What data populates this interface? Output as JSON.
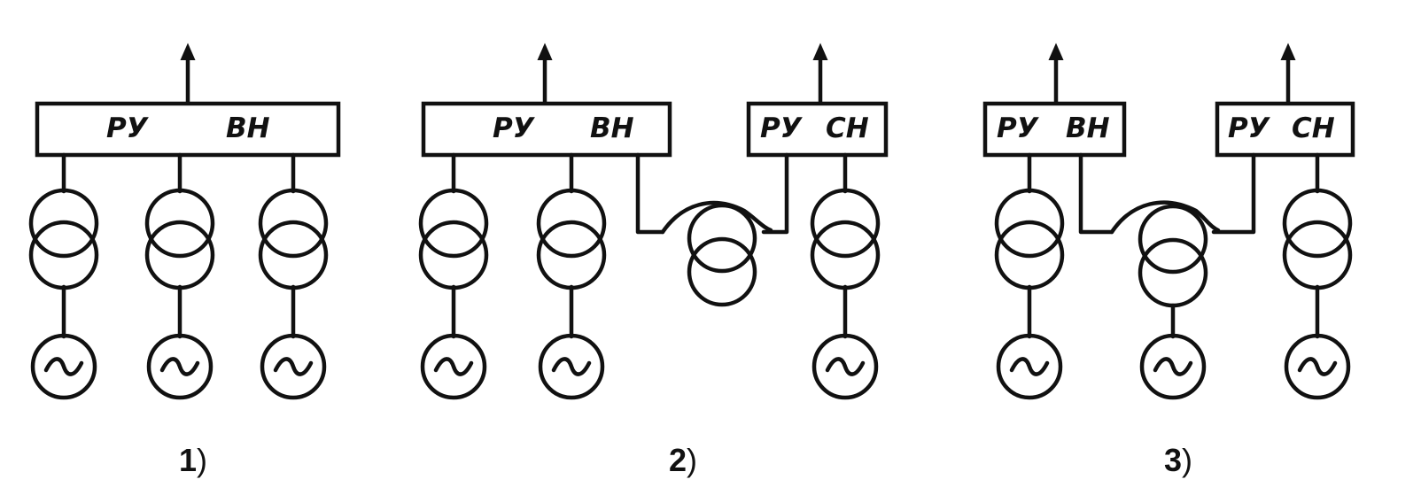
{
  "diagrams": [
    {
      "caption_number": "1",
      "caption_suffix": ")",
      "buses": [
        {
          "left": "РУ",
          "right": "ВН"
        }
      ]
    },
    {
      "caption_number": "2",
      "caption_suffix": ")",
      "buses": [
        {
          "left": "РУ",
          "right": "ВН"
        },
        {
          "left": "РУ",
          "right": "СН"
        }
      ]
    },
    {
      "caption_number": "3",
      "caption_suffix": ")",
      "buses": [
        {
          "left": "РУ",
          "right": "ВН"
        },
        {
          "left": "РУ",
          "right": "СН"
        }
      ]
    }
  ],
  "icons": {
    "generator": "generator-icon",
    "transformer_two_winding": "two-winding-transformer-icon",
    "transformer_autotransformer": "autotransformer-icon",
    "outgoing_line": "outgoing-line-arrow-icon"
  }
}
